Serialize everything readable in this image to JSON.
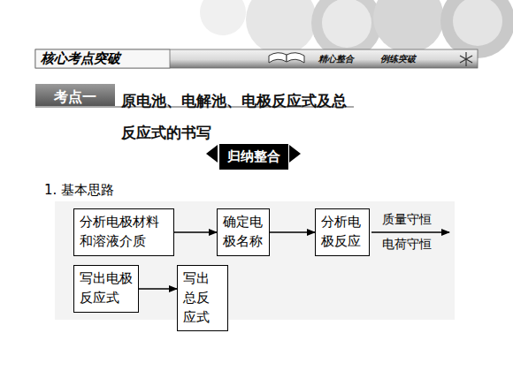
{
  "diagram": {
    "title": "原电池、电解池、电极反应式及总反应式的书写",
    "nodes": [
      {
        "text": [
          "考点一"
        ]
      },
      {
        "text": [
          "归纳整合"
        ]
      },
      {
        "text": [
          "分析电极材料和溶液介质"
        ]
      },
      {
        "text": [
          "确定电极名称"
        ]
      },
      {
        "text": [
          "分析电极反应"
        ]
      },
      {
        "text": [
          "写出电极反应式"
        ]
      },
      {
        "text": [
          "写出总反应式"
        ]
      }
    ],
    "edges": [
      {
        "from": 2,
        "to": 3,
        "arrow": "to"
      },
      {
        "from": 3,
        "to": 4,
        "arrow": "to"
      },
      {
        "from": 5,
        "to": 6,
        "arrow": "to"
      }
    ],
    "labels": [
      "核心考点突破",
      "精心整合",
      "例练突破",
      "1. 基本思路",
      "质量守恒",
      "电荷守恒"
    ]
  }
}
